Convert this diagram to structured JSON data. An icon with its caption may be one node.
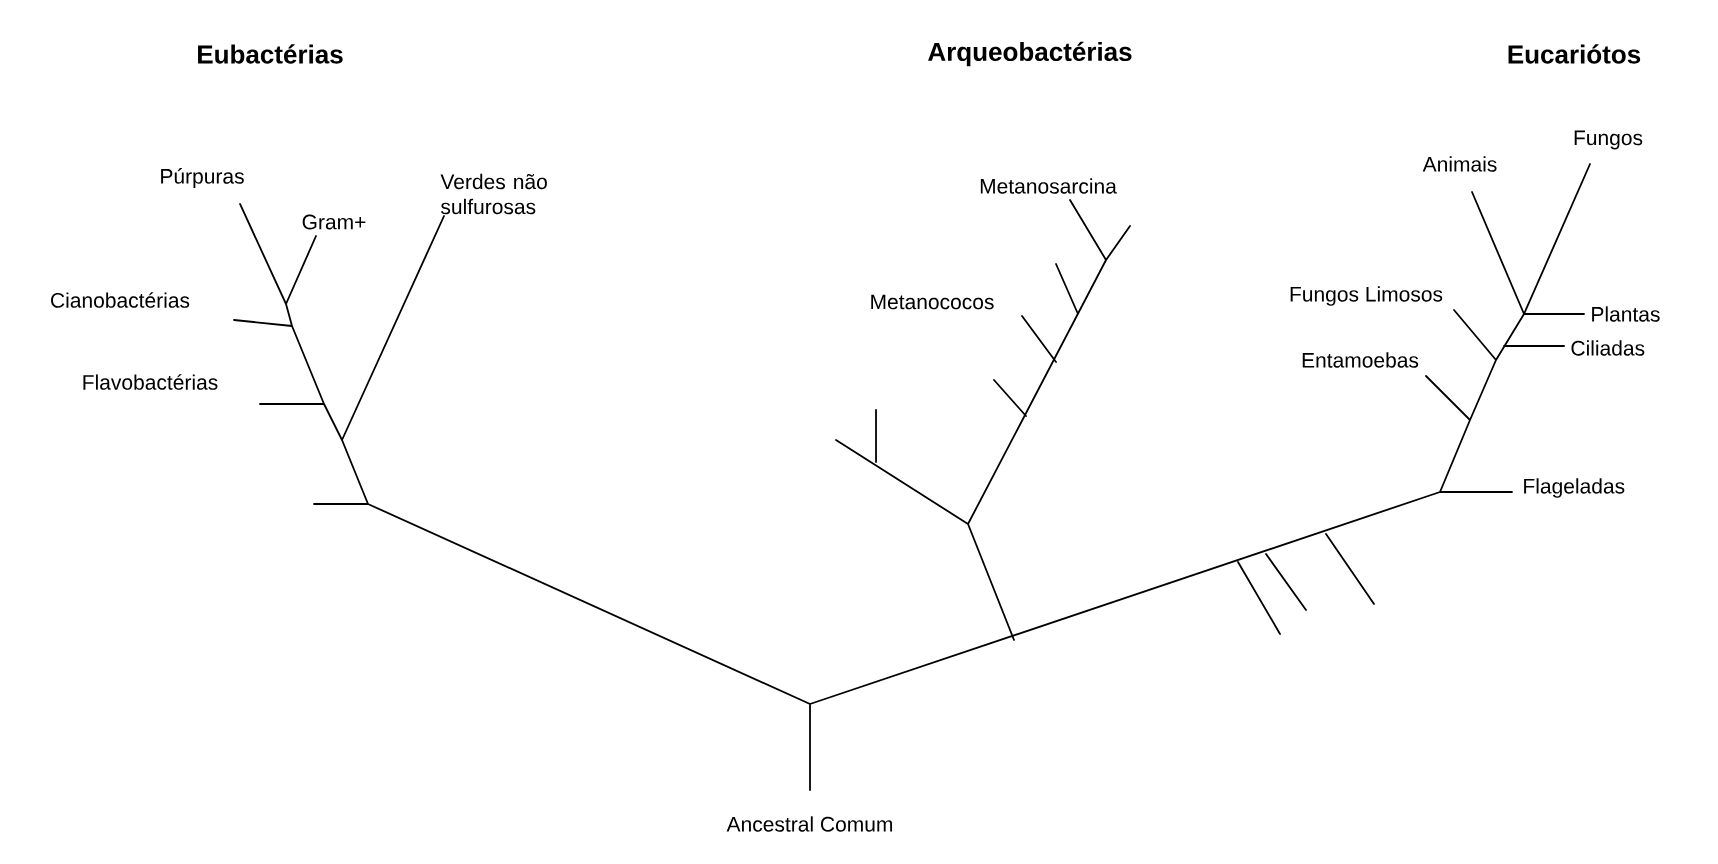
{
  "diagram": {
    "labels": [
      "Eubactérias",
      "Arqueobactérias",
      "Eucariótos",
      "Púrpuras",
      "Verdes não sulfurosas",
      "Gram+",
      "Cianobactérias",
      "Flavobactérias",
      "Metanosarcina",
      "Metanococos",
      "Fungos",
      "Animais",
      "Fungos Limosos",
      "Plantas",
      "Entamoebas",
      "Ciliadas",
      "Flageladas",
      "Ancestral Comum"
    ]
  }
}
